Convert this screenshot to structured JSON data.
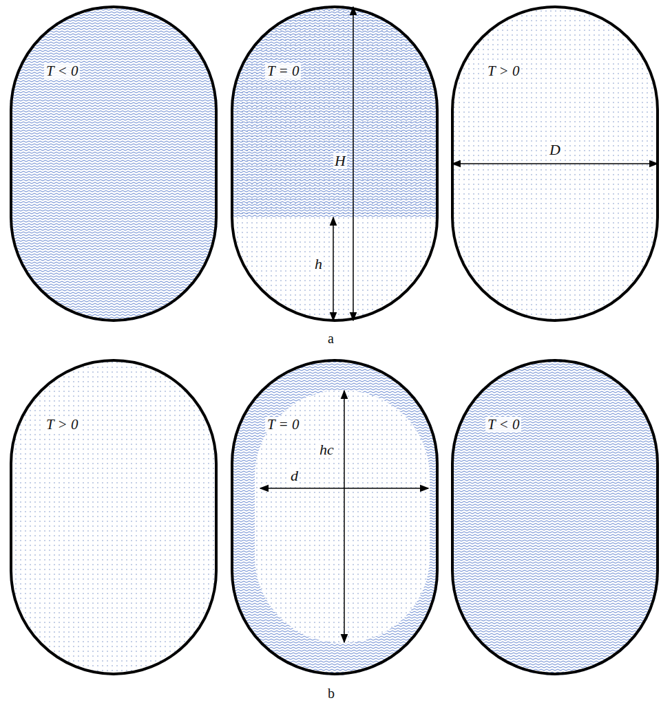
{
  "diagram": {
    "nodes": [
      {
        "text": [
          "T < 0"
        ]
      },
      {
        "text": [
          "T = 0"
        ]
      },
      {
        "text": [
          "T > 0"
        ]
      },
      {
        "text": [
          "T > 0"
        ]
      },
      {
        "text": [
          "T = 0"
        ]
      },
      {
        "text": [
          "T < 0"
        ]
      }
    ],
    "labels": [
      "H",
      "h",
      "D",
      "hc",
      "d",
      "a",
      "b"
    ]
  }
}
